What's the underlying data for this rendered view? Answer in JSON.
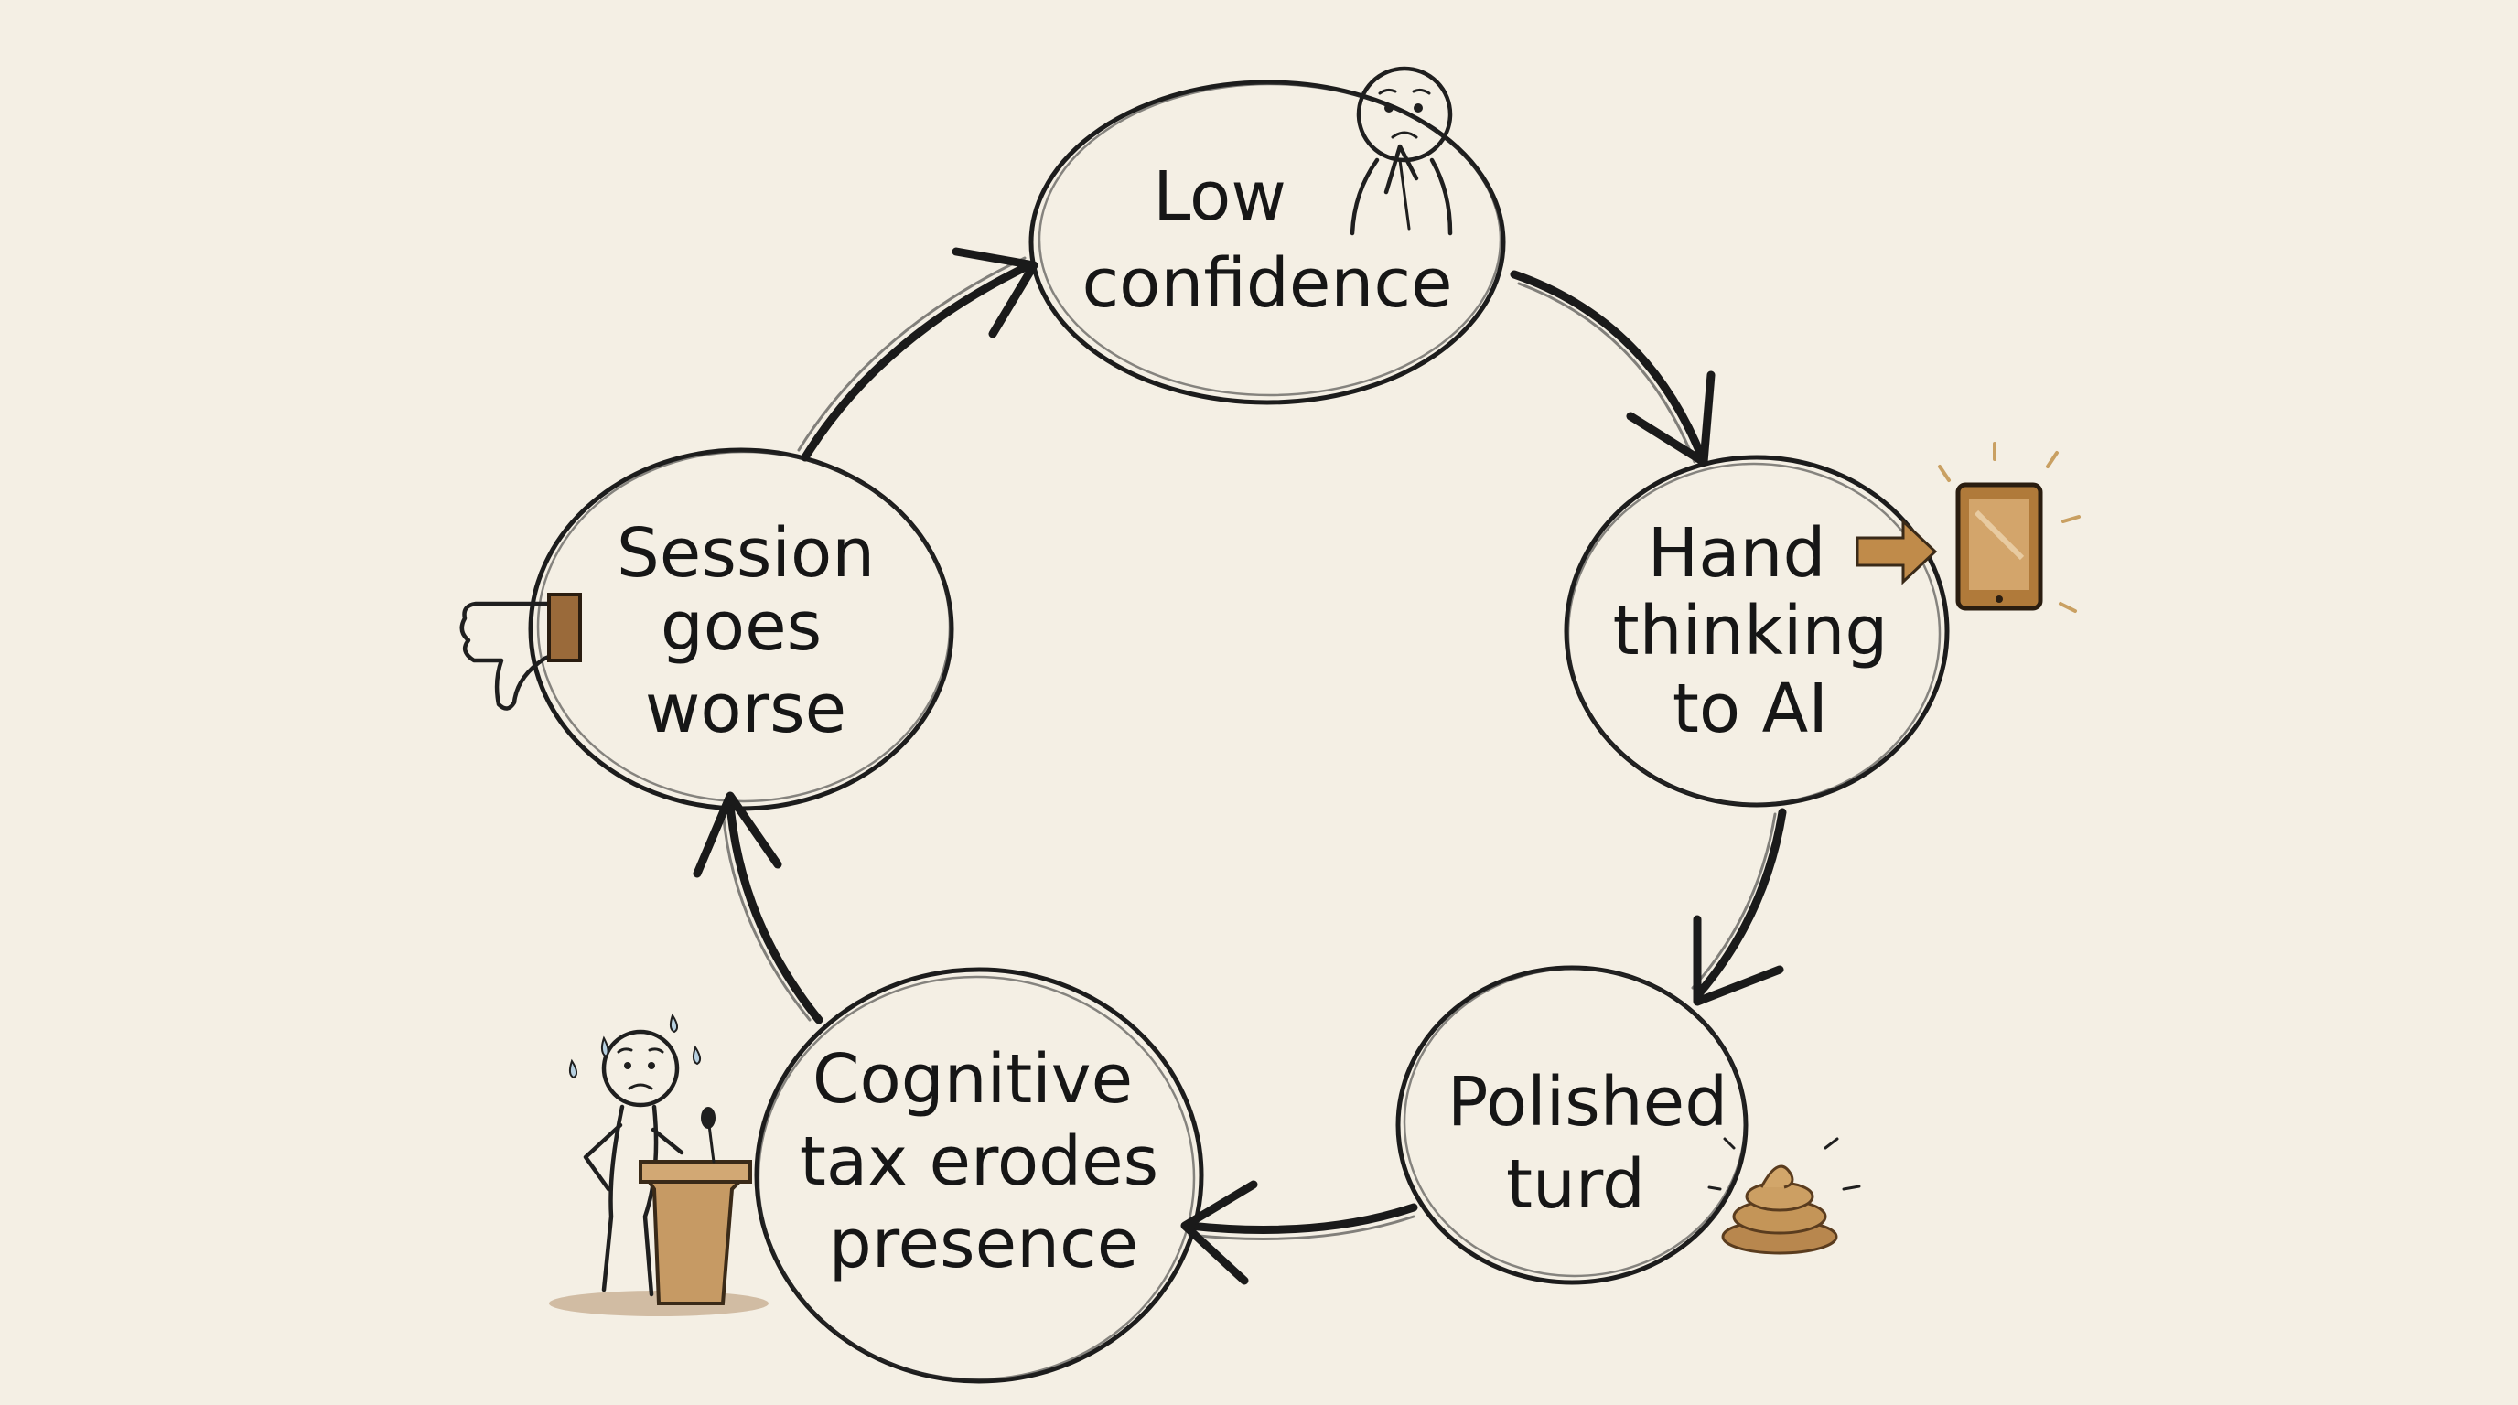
{
  "diagram": {
    "type": "cycle",
    "background": "#f4efe4",
    "accent_color": "#b07a3a",
    "nodes": [
      {
        "id": "low-confidence",
        "lines": [
          "Low",
          "confidence"
        ],
        "icon": "worried-person-icon"
      },
      {
        "id": "hand-thinking",
        "lines": [
          "Hand",
          "thinking",
          "to AI"
        ],
        "icon": "phone-icon"
      },
      {
        "id": "polished-turd",
        "lines": [
          "Polished",
          "turd"
        ],
        "icon": "poop-icon"
      },
      {
        "id": "cognitive-tax",
        "lines": [
          "Cognitive",
          "tax erodes",
          "presence"
        ],
        "icon": "nervous-speaker-icon"
      },
      {
        "id": "session-worse",
        "lines": [
          "Session",
          "goes",
          "worse"
        ],
        "icon": "thumbs-down-icon"
      }
    ],
    "edges": [
      {
        "from": "low-confidence",
        "to": "hand-thinking"
      },
      {
        "from": "hand-thinking",
        "to": "polished-turd"
      },
      {
        "from": "polished-turd",
        "to": "cognitive-tax"
      },
      {
        "from": "cognitive-tax",
        "to": "session-worse"
      },
      {
        "from": "session-worse",
        "to": "low-confidence"
      }
    ]
  }
}
